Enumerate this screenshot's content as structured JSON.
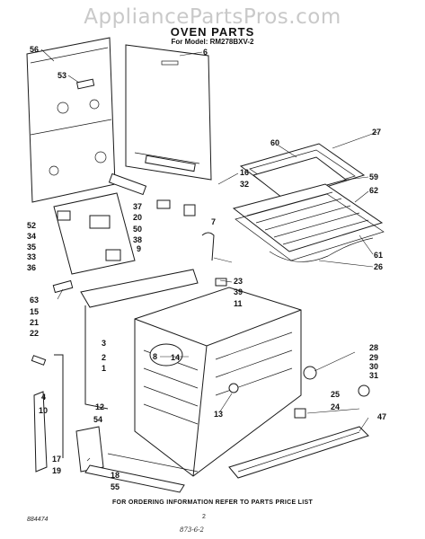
{
  "header": {
    "watermark": "AppliancePartsPros.com",
    "title": "OVEN PARTS",
    "model": "For Model: RM278BXV-2"
  },
  "footer": {
    "instruction": "FOR ORDERING INFORMATION REFER TO PARTS PRICE LIST",
    "doc_number": "884474",
    "page_number": "2",
    "handwritten_note": "873-6-2"
  },
  "callouts": [
    "56",
    "6",
    "53",
    "16",
    "32",
    "7",
    "27",
    "60",
    "59",
    "62",
    "61",
    "26",
    "37",
    "20",
    "50",
    "38",
    "9",
    "52",
    "34",
    "35",
    "33",
    "36",
    "23",
    "39",
    "11",
    "63",
    "15",
    "21",
    "22",
    "3",
    "2",
    "1",
    "8",
    "14",
    "13",
    "28",
    "29",
    "30",
    "31",
    "25",
    "24",
    "47",
    "4",
    "10",
    "12",
    "54",
    "17",
    "19",
    "18",
    "55"
  ]
}
